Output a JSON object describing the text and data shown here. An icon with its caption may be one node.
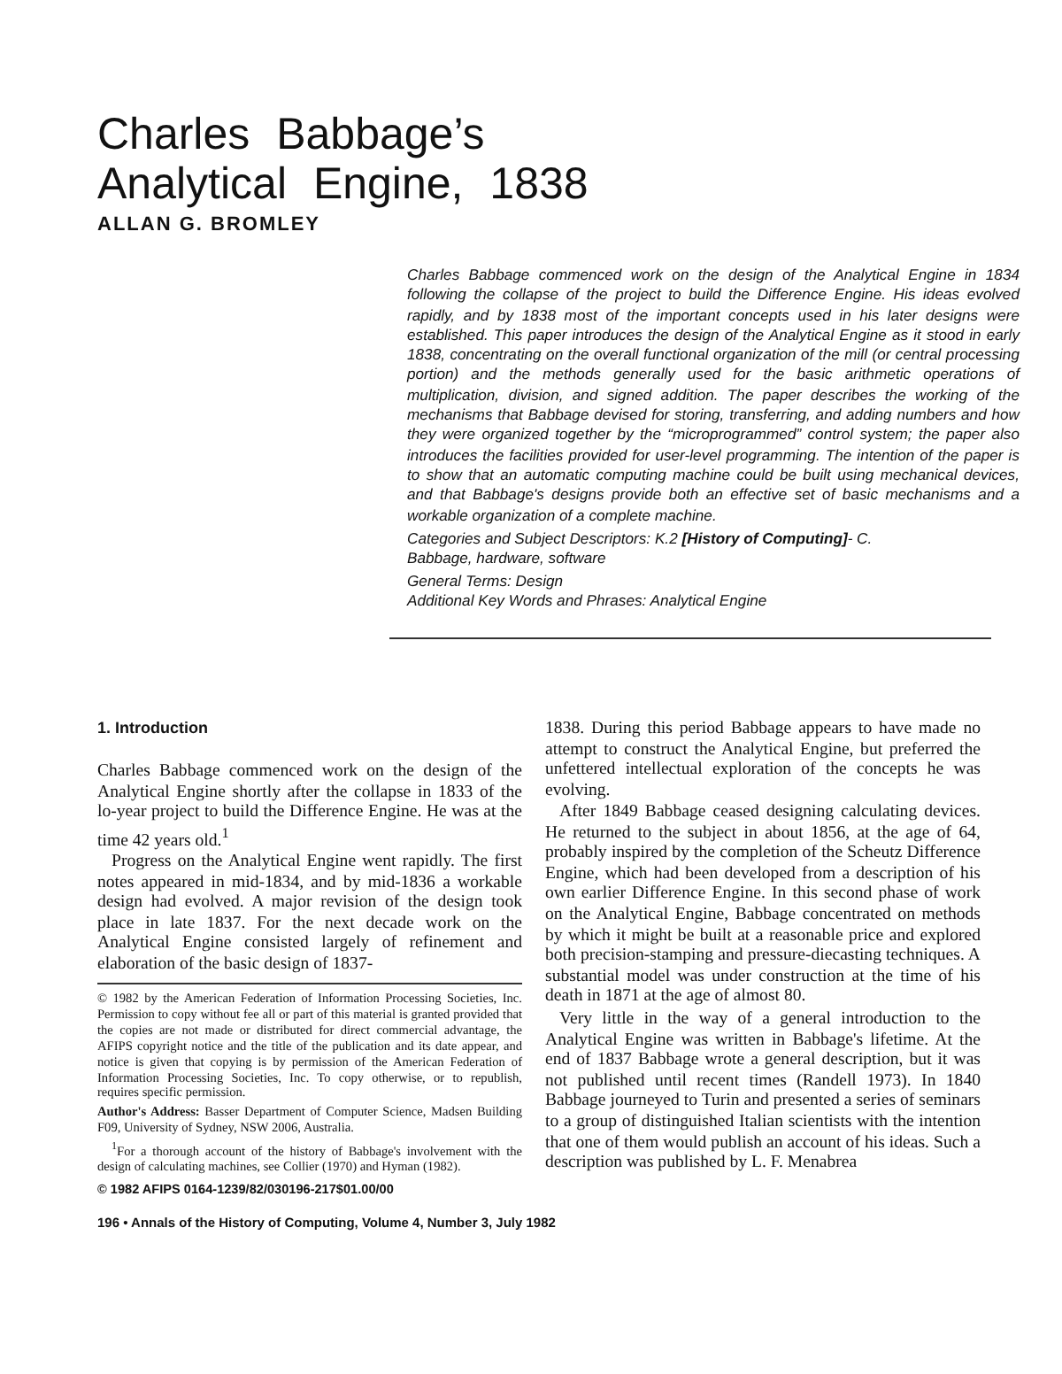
{
  "diagram": {
    "title": "Charles Babbage’s Analytical Engine, 1838",
    "labels": [
      "ALLAN G. BROMLEY",
      "Charles Babbage commenced work on the design of the Analytical Engine in 1834 following the collapse of the project to build the Difference Engine. His ideas evolved rapidly, and by 1838 most of the important concepts used in his later designs were established. This paper introduces the design of the Analytical Engine as it stood in early 1838, concentrating on the overall functional organization of the mill (or central processing portion) and the methods generally used for the basic arithmetic operations of multiplication, division, and signed addition. The paper describes the working of the mechanisms that Babbage devised for storing, transferring, and adding numbers and how they were organized together by the “microprogrammed” control system; the paper also introduces the facilities provided for user-level programming. The intention of the paper is to show that an automatic computing machine could be built using mechanical devices, and that Babbage's designs provide both an effective set of basic mechanisms and a workable organization of a complete machine.",
      "Categories and Subject Descriptors: K.2 **[History of Computing]**- C. Babbage, hardware, software",
      "General Terms: Design",
      "Additional Key Words and Phrases: Analytical Engine",
      "1. Introduction",
      "Charles Babbage commenced work on the design of the Analytical Engine shortly after the collapse in 1833 of the lo-year project to build the Difference Engine. He was at the time 42 years old.$^{1}$",
      "Progress on the Analytical Engine went rapidly. The first notes appeared in mid-1834, and by mid-1836 a workable design had evolved. A major revision of the design took place in late 1837. For the next decade work on the Analytical Engine consisted largely of refinement and elaboration of the basic design of 1837-",
      "© 1982 by the American Federation of Information Processing Societies, Inc. Permission to copy without fee all or part of this material is granted provided that the copies are not made or distributed for direct commercial advantage, the AFIPS copyright notice and the title of the publication and its date appear, and notice is given that copying is by permission of the American Federation of Information Processing Societies, Inc. To copy otherwise, or to republish, requires specific permission.",
      "**Author's Address:** Basser Department of Computer Science, Madsen Building F09, University of Sydney, NSW 2006, Australia.",
      "$^{1}$For a thorough account of the history of Babbage's involvement with the design of calculating machines, see Collier (1970) and Hyman (1982).",
      "© 1982 AFIPS 0164-1239/82/030196-217$01.00/00",
      "1838. During this period Babbage appears to have made no attempt to construct the Analytical Engine, but preferred the unfettered intellectual exploration of the concepts he was evolving.",
      "After 1849 Babbage ceased designing calculating devices. He returned to the subject in about 1856, at the age of 64, probably inspired by the completion of the Scheutz Difference Engine, which had been developed from a description of his own earlier Difference Engine. In this second phase of work on the Analytical Engine, Babbage concentrated on methods by which it might be built at a reasonable price and explored both precision-stamping and pressure-diecasting techniques. A substantial model was under construction at the time of his death in 1871 at the age of almost 80.",
      "Very little in the way of a general introduction to the Analytical Engine was written in Babbage's lifetime. At the end of 1837 Babbage wrote a general description, but it was not published until recent times (Randell 1973). In 1840 Babbage journeyed to Turin and presented a series of seminars to a group of distinguished Italian scientists with the intention that one of them would publish an account of his ideas. Such a description was published by L. F. Menabrea",
      "196 • Annals of the History of Computing, Volume 4, Number 3, July 1982"
    ]
  }
}
